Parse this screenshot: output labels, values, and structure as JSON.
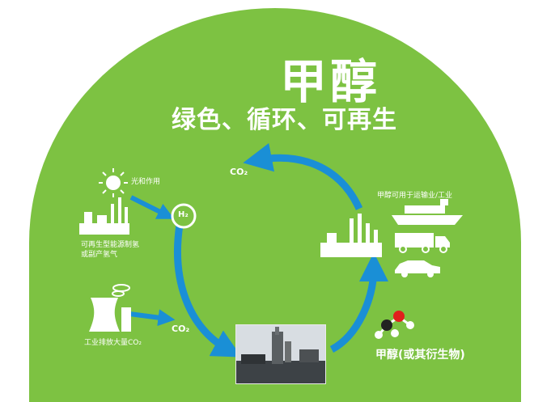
{
  "title": "甲醇",
  "subtitle": "绿色、循环、可再生",
  "labels": {
    "photosynthesis": "光和作用",
    "renewable_h2_line1": "可再生型能源制氢",
    "renewable_h2_line2": "或副产氢气",
    "industrial_co2": "工业排放大量CO₂",
    "methanol_use": "甲醇可用于运输业/工业",
    "product": "甲醇(或其衍生物)",
    "co2_top": "CO₂",
    "co2_bottom": "CO₂",
    "h2": "H₂"
  },
  "icons": [
    "sun-icon",
    "factory-icon",
    "cooling-tower-icon",
    "hydrogen-icon",
    "plant-photo",
    "refinery-icon",
    "ship-icon",
    "truck-icon",
    "car-icon",
    "molecule-icon"
  ],
  "colors": {
    "green": "#7dc242",
    "arrow_blue": "#1a8fd6",
    "white": "#ffffff",
    "molecule_red": "#e0201c"
  }
}
